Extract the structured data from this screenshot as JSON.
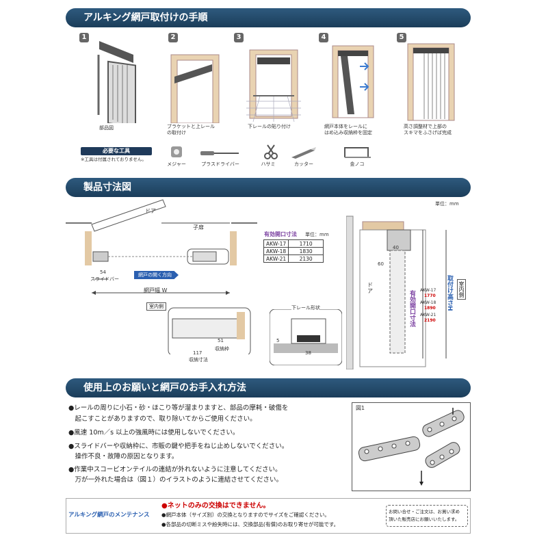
{
  "section1": {
    "title": "アルキング網戸取付けの手順",
    "steps": [
      {
        "num": "1",
        "caption": "部品図"
      },
      {
        "num": "2",
        "caption": "ブラケットと上レール\nの取付け"
      },
      {
        "num": "3",
        "caption": "下レールの貼り付け"
      },
      {
        "num": "4",
        "caption": "網戸本体をレールに\nはめ込み収納枠を固定"
      },
      {
        "num": "5",
        "caption": "高さ調整材で上部の\nスキマをふさげば完成"
      }
    ],
    "tools_label": "必要な工具",
    "tools_note": "※工具は付属されておりません。",
    "tools": [
      "メジャー",
      "プラスドライバー",
      "ハサミ",
      "カッター",
      "金ノコ"
    ]
  },
  "section2": {
    "title": "製品寸法図",
    "unit": "単位：mm",
    "door_label": "ドア",
    "child_door_label": "子扉",
    "slide_bar_label": "スライドバー",
    "dim_54": "54",
    "open_direction": "網戸の開く方向",
    "width_label": "網戸幅 W",
    "indoor_label": "室内側",
    "dim_51": "51",
    "storage_frame": "収納枠",
    "dim_117": "117",
    "storage_size": "収納寸法",
    "table_title": "有効開口寸法",
    "table_unit": "単位：mm",
    "table_rows": [
      [
        "AKW-17",
        "1710"
      ],
      [
        "AKW-18",
        "1830"
      ],
      [
        "AKW-21",
        "2130"
      ]
    ],
    "bottom_rail_shape": "下レール形状",
    "dim_5": "5",
    "dim_38": "38",
    "dim_40": "40",
    "dim_60": "60",
    "door_vertical": "ド\nア",
    "effective_opening_vertical": "有効開口寸法",
    "install_height_vertical": "取付け高さH",
    "indoor_vertical": "室内側",
    "heights": [
      [
        "AKW-17",
        "1770"
      ],
      [
        "AKW-18",
        "1890"
      ],
      [
        "AKW-21",
        "2190"
      ]
    ]
  },
  "section3": {
    "title": "使用上のお願いと網戸のお手入れ方法",
    "notes": [
      "●レールの周りに小石・砂・ほこり等が溜まりますと、部品の摩耗・破傷を",
      "　起こすことがありますので、取り除いてからご使用ください。",
      "●風速 10m／s 以上の強風時には使用しないでください。",
      "●スライドバーや収納枠に、市販の鍵や把手をねじ止めしないでください。",
      "　操作不良・故障の原因となります。",
      "●作業中スコービオンテイルの連結が外れないように注意してください。",
      "　万が一外れた場合は（図１）のイラストのように連結させてください。"
    ],
    "fig_label": "図1"
  },
  "maintenance": {
    "label": "アルキング網戸のメンテナンス",
    "headline": "●ネットのみの交換はできません。",
    "line1": "●網戸本体（サイズ別）の交換となりますのでサイズをご確認ください。",
    "line2": "●各部品の切断ミスや紛失時には、交換部品(有償)のお取り寄せが可能です。",
    "contact1": "お問い合せ・ご注文は、お買い求め",
    "contact2": "頂いた販売店にお願いいたします。"
  },
  "colors": {
    "banner": "#234a6b",
    "accent_red": "#cc0000",
    "purple": "#7a3fa0",
    "blue_arrow": "#2a5fb0"
  }
}
